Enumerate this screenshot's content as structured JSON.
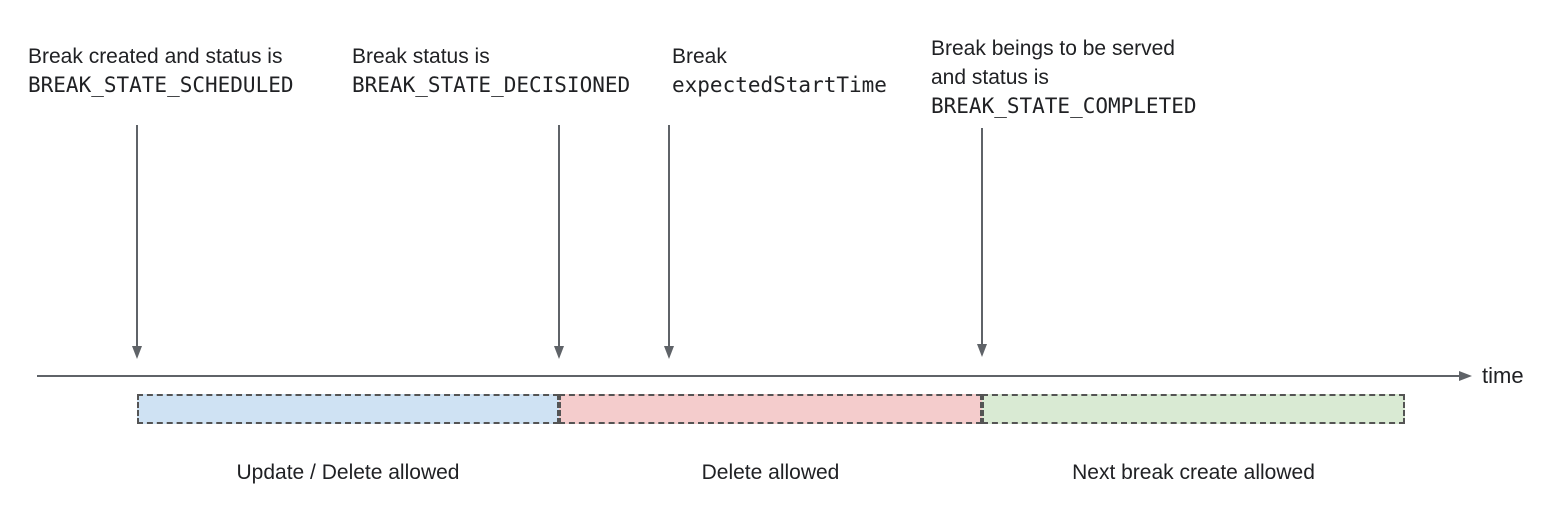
{
  "annotations": [
    {
      "text": "Break created and status is",
      "code": "BREAK_STATE_SCHEDULED"
    },
    {
      "text": "Break status is",
      "code": "BREAK_STATE_DECISIONED"
    },
    {
      "text": "Break",
      "code": "expectedStartTime"
    },
    {
      "text": "Break beings to be served",
      "text2": "and status is",
      "code": "BREAK_STATE_COMPLETED"
    }
  ],
  "timeline": {
    "label": "time",
    "axis_color": "#5f6368"
  },
  "segments": [
    {
      "label": "Update / Delete allowed",
      "color": "#cfe2f3"
    },
    {
      "label": "Delete allowed",
      "color": "#f4cccc"
    },
    {
      "label": "Next break create allowed",
      "color": "#d9ead3"
    }
  ],
  "colors": {
    "text": "#202124",
    "arrow": "#5f6368",
    "segment_border": "#545454",
    "background": "#ffffff"
  }
}
